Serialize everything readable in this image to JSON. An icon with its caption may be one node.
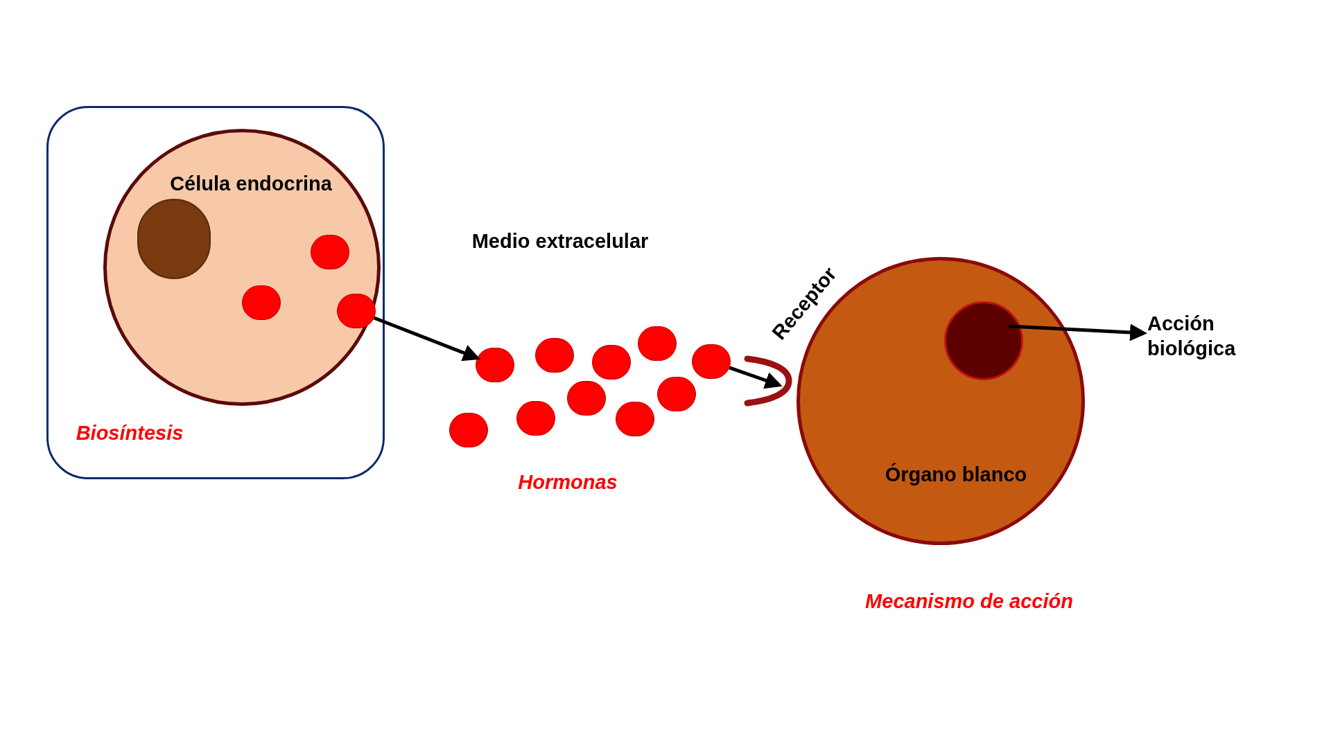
{
  "diagram": {
    "nodes": [
      {
        "text": [
          "Biosíntesis"
        ]
      },
      {
        "text": [
          "Célula endocrina"
        ],
        "in": 0
      },
      {
        "text": [],
        "shape": "circle",
        "in": 1
      },
      {
        "text": [],
        "shape": "circle",
        "in": 1
      },
      {
        "text": [],
        "shape": "circle",
        "in": 1
      },
      {
        "text": [],
        "shape": "circle",
        "in": 1
      },
      {
        "text": [],
        "shape": "circle"
      },
      {
        "text": [],
        "shape": "circle"
      },
      {
        "text": [],
        "shape": "circle"
      },
      {
        "text": [],
        "shape": "circle"
      },
      {
        "text": [],
        "shape": "circle"
      },
      {
        "text": [],
        "shape": "circle"
      },
      {
        "text": [],
        "shape": "circle"
      },
      {
        "text": [],
        "shape": "circle"
      },
      {
        "text": [],
        "shape": "circle"
      },
      {
        "text": [],
        "shape": "circle"
      },
      {
        "text": [
          "Receptor"
        ]
      },
      {
        "text": [
          "Órgano blanco"
        ]
      },
      {
        "text": [],
        "shape": "circle",
        "in": 17
      },
      {
        "text": [
          "Acción biológica"
        ]
      }
    ],
    "edges": [
      {
        "from": 5,
        "to": 7,
        "arrow": "to"
      },
      {
        "from": 15,
        "to": 16,
        "arrow": "to"
      },
      {
        "from": 18,
        "to": 19,
        "arrow": "to"
      }
    ],
    "labels": [
      "Medio extracelular",
      "Hormonas",
      "Mecanismo de acción"
    ]
  }
}
